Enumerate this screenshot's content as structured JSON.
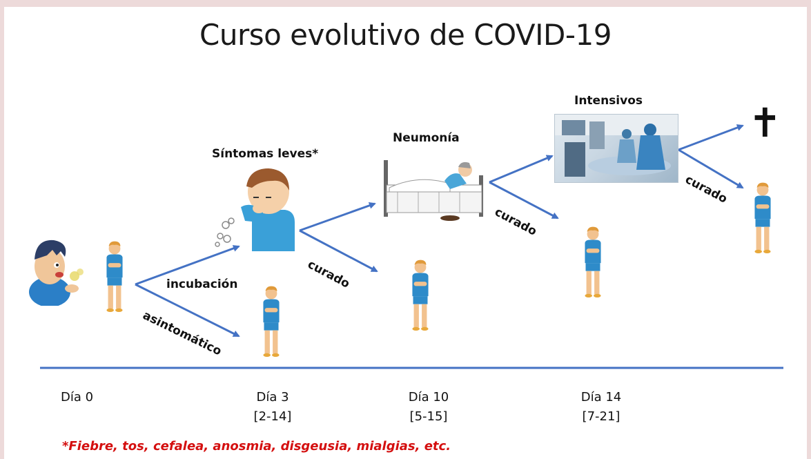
{
  "title": "Curso evolutivo de COVID-19",
  "stages": {
    "sintomas": "Síntomas leves*",
    "neumonia": "Neumonía",
    "intensivos": "Intensivos"
  },
  "branches": {
    "incubacion": "incubación",
    "asintomatico": "asintomático",
    "curado1": "curado",
    "curado2": "curado",
    "curado3": "curado"
  },
  "days": [
    {
      "label": "Día 0",
      "range": ""
    },
    {
      "label": "Día 3",
      "range": "[2-14]"
    },
    {
      "label": "Día 10",
      "range": "[5-15]"
    },
    {
      "label": "Día 14",
      "range": "[7-21]"
    }
  ],
  "death_symbol": "✝",
  "footnote": "*Fiebre, tos, cefalea, anosmia, disgeusia, mialgias, etc.",
  "colors": {
    "arrow": "#4472c4",
    "footnote": "#d40f0f",
    "shirt": "#2e8bc9",
    "skin": "#f2c28f",
    "hair": "#e09a3a"
  },
  "icons": [
    "sick-coughing-man-icon",
    "healthy-person-icon",
    "coughing-person-icon",
    "bedridden-patient-icon",
    "icu-photo",
    "death-cross-icon"
  ]
}
